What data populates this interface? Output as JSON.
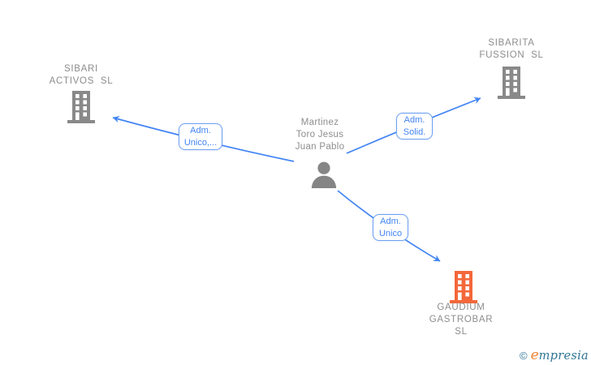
{
  "diagram": {
    "title": "company-relations-network",
    "background": "#ffffff",
    "colors": {
      "edge_blue": "#4285f4",
      "edge_label_border": "#6fa1f2",
      "edge_label_text": "#4285f4",
      "node_text_gray": "#8d8d8d",
      "building_gray": "#898989",
      "building_highlight_orange": "#f4673a",
      "person_gray": "#858585",
      "logo_teal": "#2e7595",
      "logo_orange": "#ef8432"
    },
    "person": {
      "name": "Martinez\nToro Jesus\nJuan Pablo",
      "icon": "person-icon"
    },
    "companies": [
      {
        "id": "sibari",
        "name": "SIBARI\nACTIVOS  SL",
        "icon": "building-icon",
        "icon_color": "#898989"
      },
      {
        "id": "sibarita",
        "name": "SIBARITA\nFUSSION  SL",
        "icon": "building-icon",
        "icon_color": "#898989"
      },
      {
        "id": "gaudium",
        "name": "GAUDIUM\nGASTROBAR\nSL",
        "icon": "building-icon",
        "icon_color": "#f4673a"
      }
    ],
    "edges": [
      {
        "from": "person",
        "to": "sibari",
        "label": "Adm.\nUnico,..."
      },
      {
        "from": "person",
        "to": "sibarita",
        "label": "Adm.\nSolid."
      },
      {
        "from": "person",
        "to": "gaudium",
        "label": "Adm.\nUnico"
      }
    ],
    "watermark": {
      "copyright_symbol": "©",
      "brand_initial": "e",
      "brand_rest": "mpresia"
    }
  }
}
